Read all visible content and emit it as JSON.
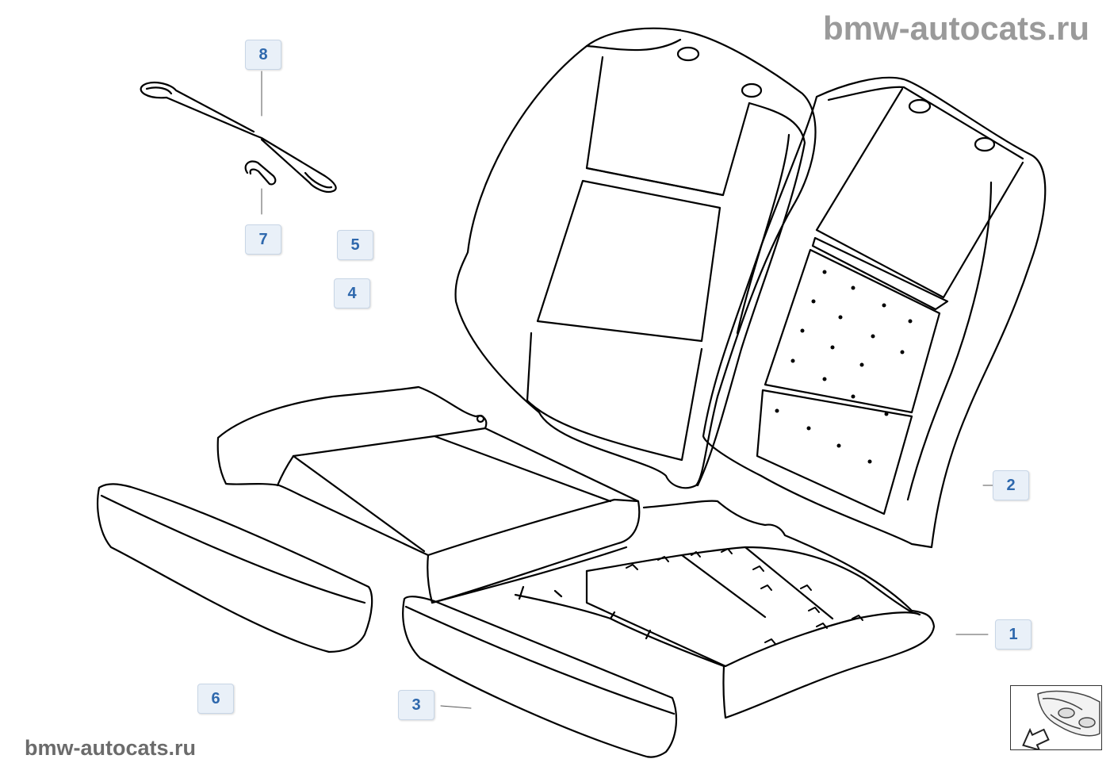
{
  "watermark": {
    "top": "bmw-autocats.ru",
    "bottom": "bmw-autocats.ru"
  },
  "parts": [
    {
      "id": "part-8",
      "label": "8"
    },
    {
      "id": "part-7",
      "label": "7"
    },
    {
      "id": "part-5",
      "label": "5"
    },
    {
      "id": "part-4",
      "label": "4"
    },
    {
      "id": "part-2",
      "label": "2"
    },
    {
      "id": "part-1",
      "label": "1"
    },
    {
      "id": "part-6",
      "label": "6"
    },
    {
      "id": "part-3",
      "label": "3"
    }
  ],
  "nav": {
    "icon": "car-front-arrow-icon"
  },
  "colors": {
    "callout_text": "#2e68ad",
    "callout_bg": "#e9f0f8",
    "line": "#000000"
  }
}
